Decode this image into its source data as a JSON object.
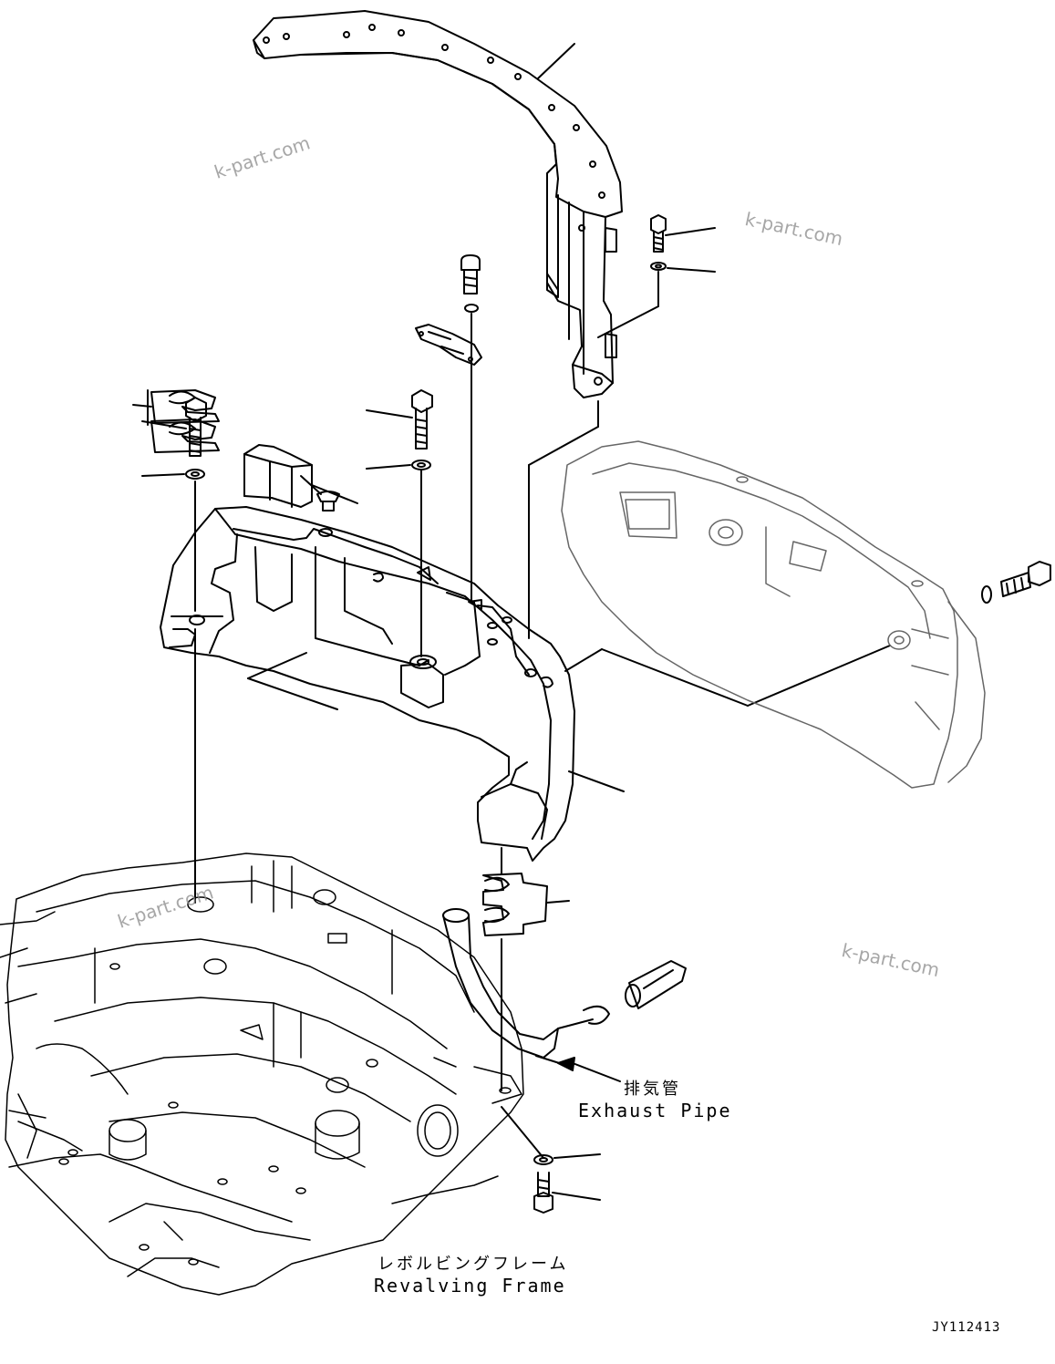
{
  "labels": {
    "exhaust_pipe_jp": "排気管",
    "exhaust_pipe_en": "Exhaust Pipe",
    "revolving_frame_jp": "レボルビングフレーム",
    "revolving_frame_en": "Revalving Frame"
  },
  "watermarks": [
    "k-part.com",
    "k-part.com",
    "k-part.com",
    "k-part.com"
  ],
  "drawing_code": "JY112413"
}
